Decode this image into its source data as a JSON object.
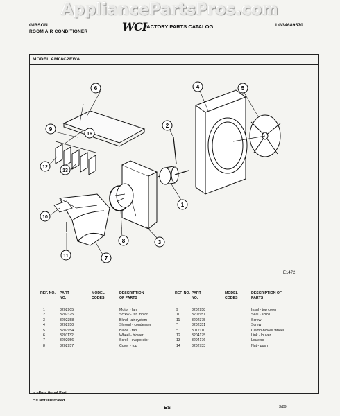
{
  "watermark": "AppliancePartsPros.com",
  "header": {
    "brand": "GIBSON",
    "product": "ROOM AIR CONDITIONER",
    "logo": "WCI",
    "catalog": "FACTORY PARTS CATALOG",
    "catalog_no": "LG34689570",
    "model": "MODEL AM08C2EWA"
  },
  "diagram": {
    "callouts": [
      "6",
      "9",
      "16",
      "12",
      "13",
      "10",
      "11",
      "7",
      "8",
      "3",
      "1",
      "2",
      "4",
      "5"
    ],
    "code": "E1472"
  },
  "table": {
    "headers": {
      "ref": "REF. NO.",
      "part": "PART NO.",
      "model": "MODEL CODES",
      "desc": "DESCRIPTION OF PARTS",
      "desc_right": "DESCRIPTION OF PARTS"
    },
    "left_rows": [
      {
        "ref": "1",
        "part": "3202905",
        "desc": "Motor - fan"
      },
      {
        "ref": "2",
        "part": "3202375",
        "desc": "Screw - fan motor"
      },
      {
        "ref": "3",
        "part": "3202358",
        "desc": "Bkhd - air system"
      },
      {
        "ref": "4",
        "part": "3202950",
        "desc": "Shroud - condenser"
      },
      {
        "ref": "5",
        "part": "3202954",
        "desc": "Blade - fan"
      },
      {
        "ref": "6",
        "part": "3201132",
        "desc": "Wheel - blower"
      },
      {
        "ref": "7",
        "part": "3202956",
        "desc": "Scroll - evaporator"
      },
      {
        "ref": "8",
        "part": "3202957",
        "desc": "Cover - top"
      }
    ],
    "right_rows": [
      {
        "ref": "9",
        "part": "3202958",
        "desc": "Insul - top cover"
      },
      {
        "ref": "10",
        "part": "3202951",
        "desc": "Seal - scroll"
      },
      {
        "ref": "11",
        "part": "3202375",
        "desc": "Screw"
      },
      {
        "ref": "*",
        "part": "3202351",
        "desc": "Screw"
      },
      {
        "ref": "*",
        "part": "3012110",
        "desc": "Clamp-blower wheel"
      },
      {
        "ref": "12",
        "part": "3204175",
        "desc": "Link - louver"
      },
      {
        "ref": "13",
        "part": "3204176",
        "desc": "Louvers"
      },
      {
        "ref": "14",
        "part": "3202733",
        "desc": "Nut - push"
      }
    ]
  },
  "footer": {
    "note1": "√ =Functional Part",
    "note2": "* = Not Illustrated",
    "page": "ES",
    "date": "3/89"
  }
}
